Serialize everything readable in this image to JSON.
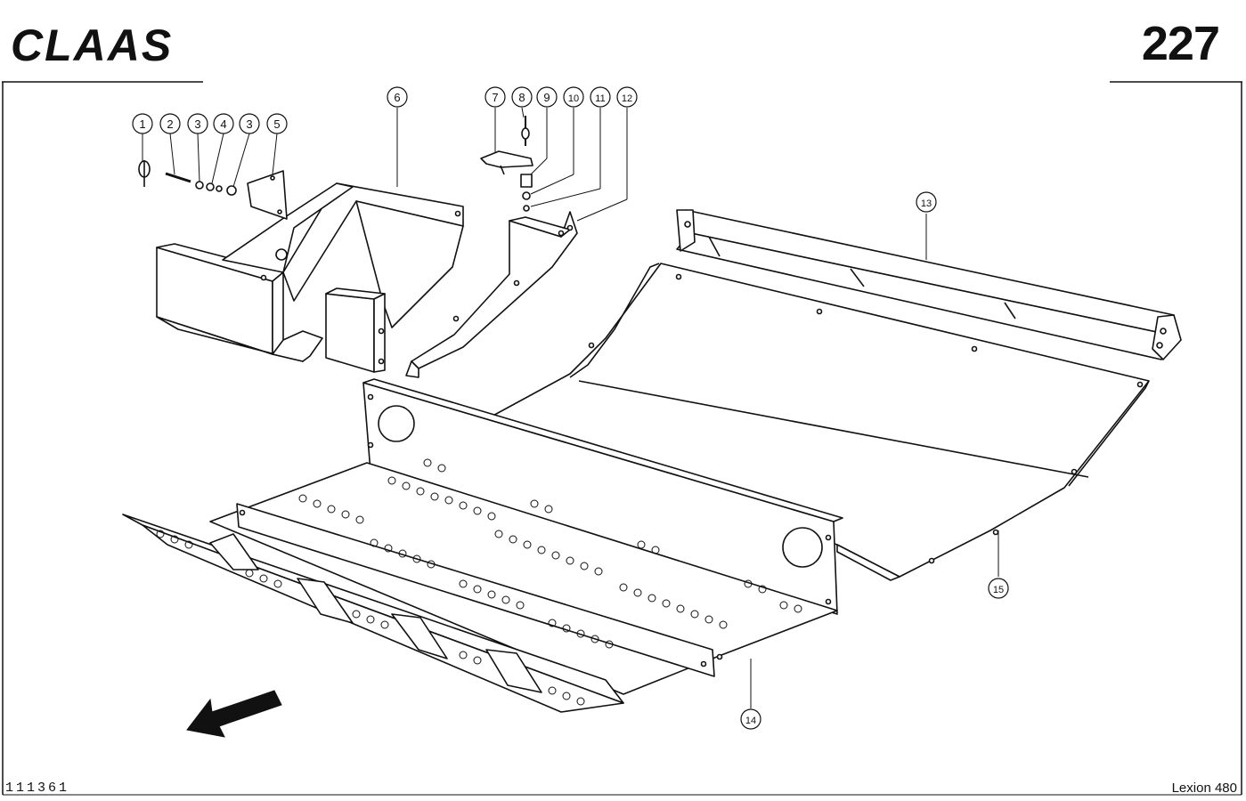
{
  "header": {
    "brand": "CLAAS",
    "page_number": "227"
  },
  "footer": {
    "drawing_number": "111361",
    "model": "Lexion 480"
  },
  "callouts": [
    "1",
    "2",
    "3",
    "4",
    "3",
    "5",
    "6",
    "7",
    "8",
    "9",
    "10",
    "11",
    "12",
    "13",
    "14",
    "15"
  ],
  "colors": {
    "ink": "#111111",
    "paper": "#ffffff"
  }
}
